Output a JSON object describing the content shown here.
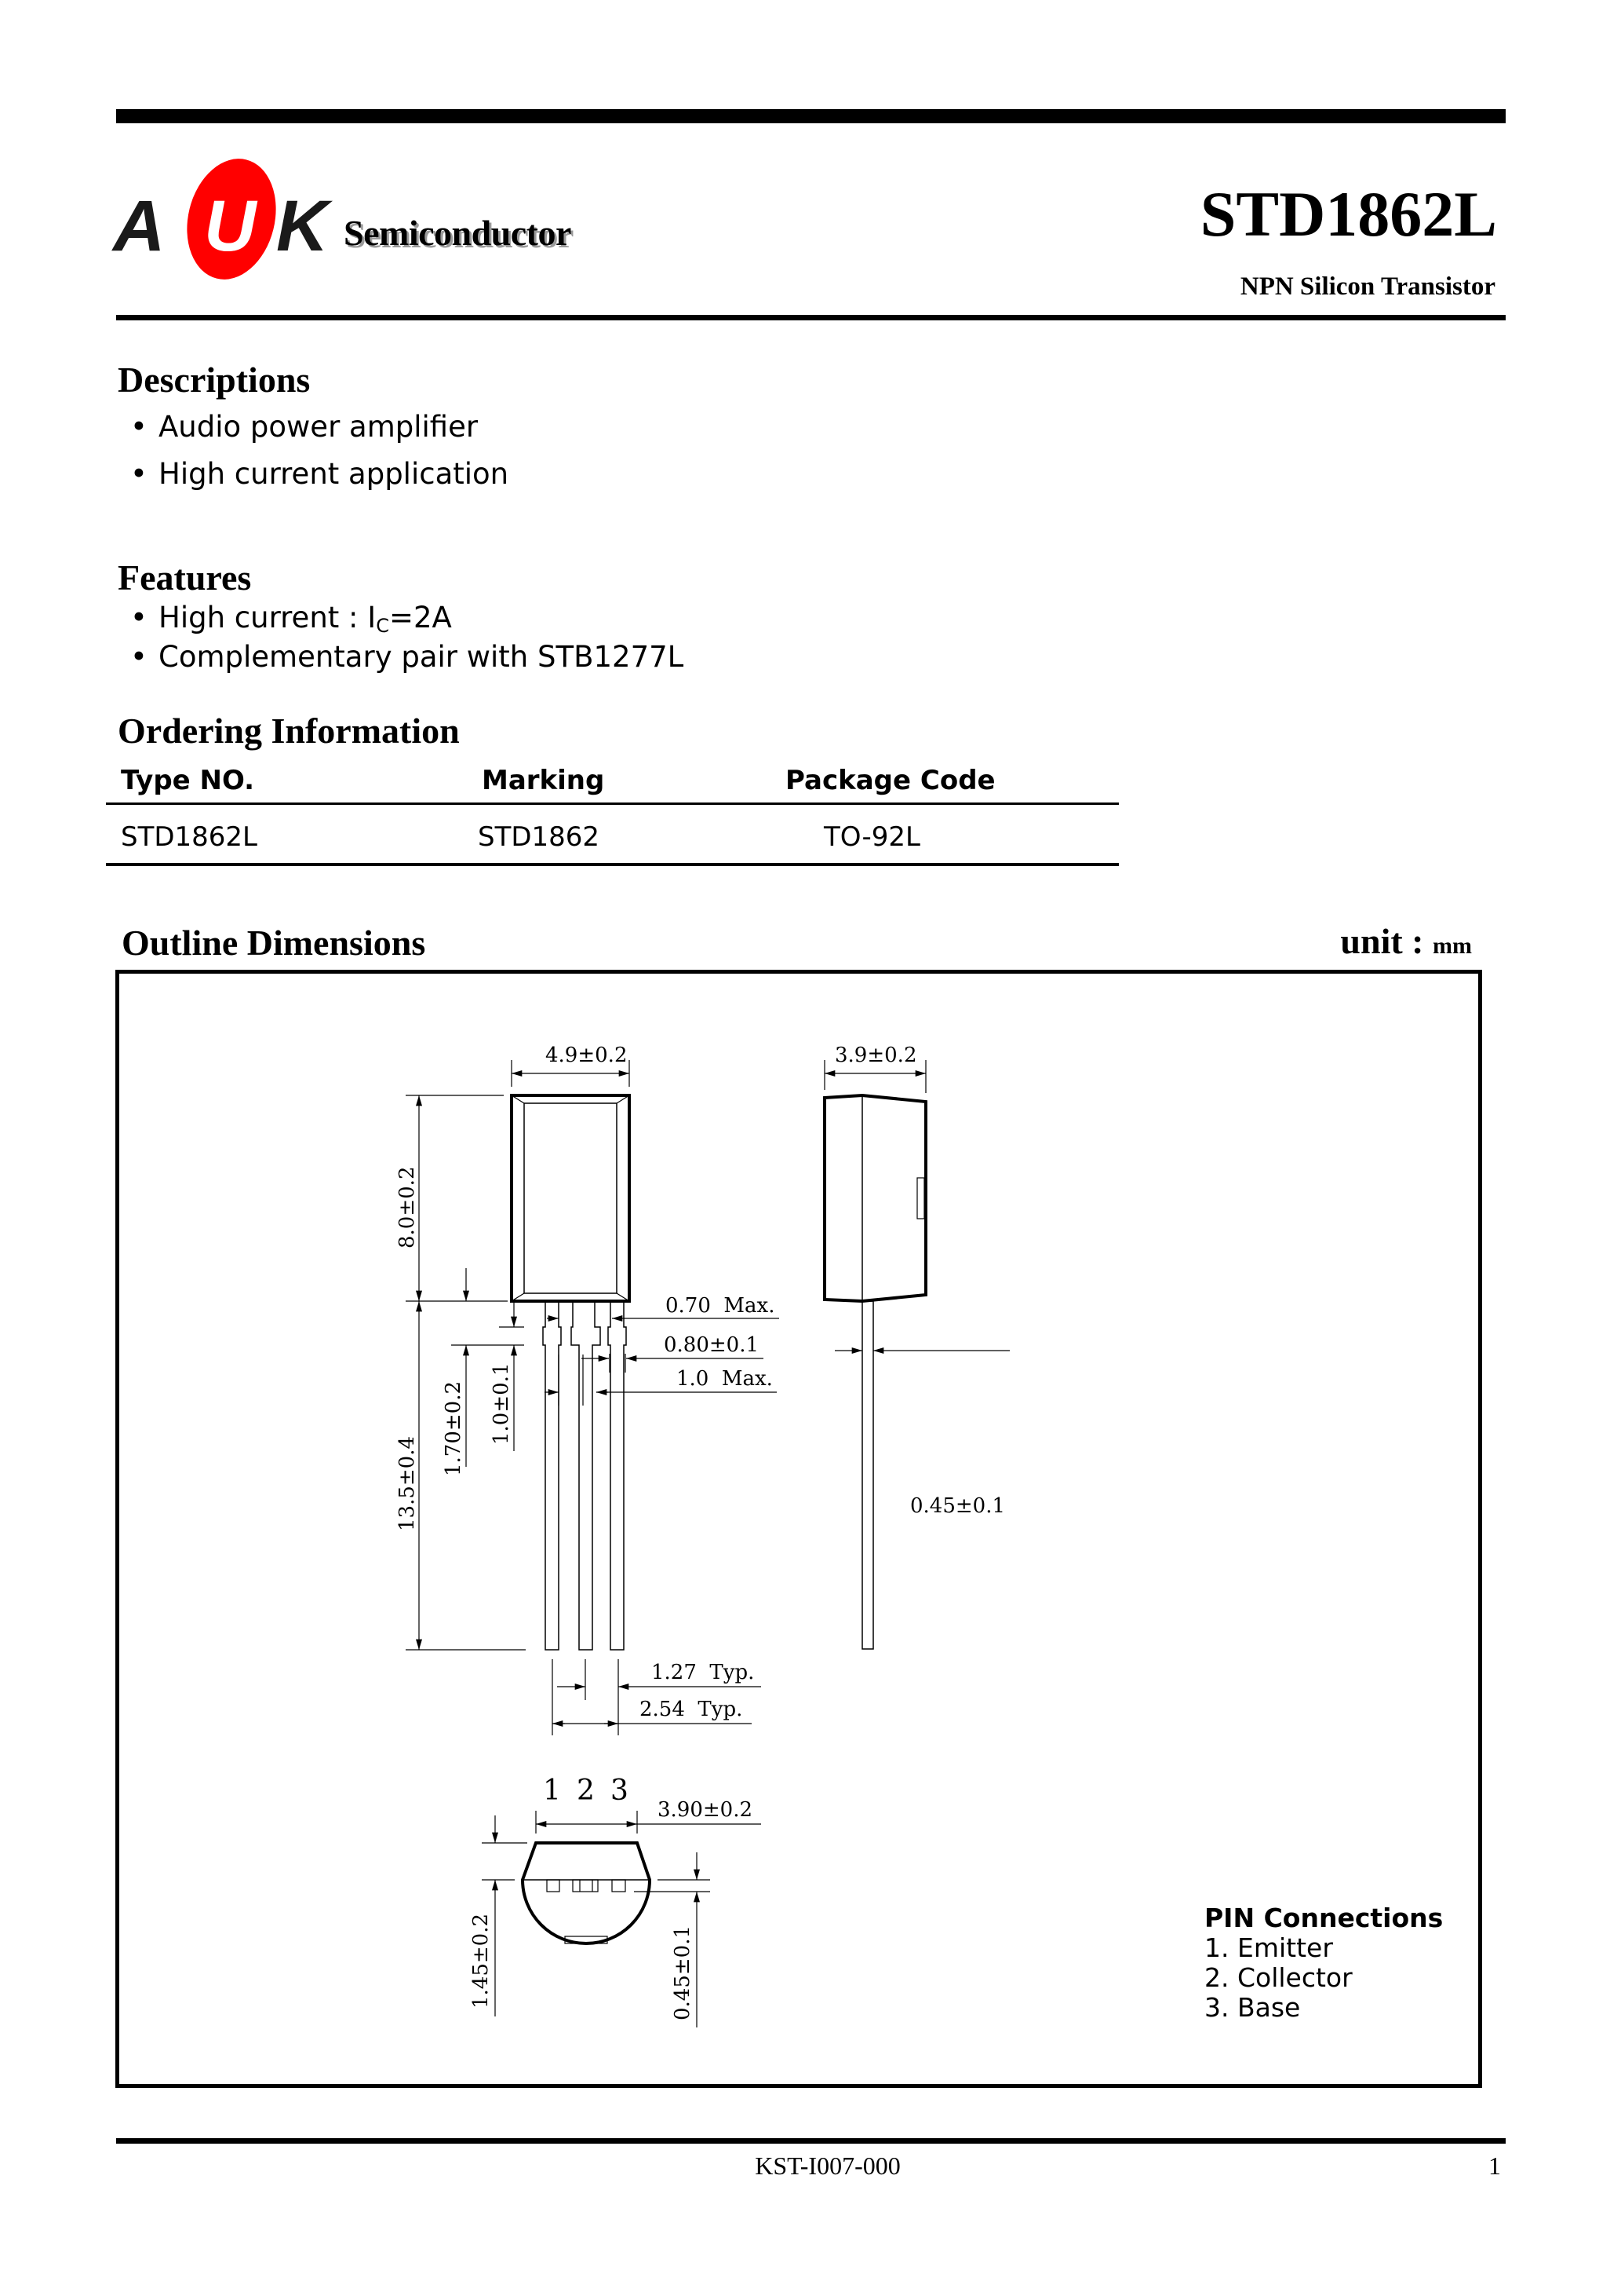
{
  "header": {
    "brand_letters": [
      "A",
      "U",
      "K"
    ],
    "brand_sub": "Semiconductor",
    "part_number": "STD1862L",
    "part_type": "NPN Silicon Transistor",
    "colors": {
      "brand_red": "#ff0000",
      "text": "#000000",
      "shadow": "#9a9a9a"
    }
  },
  "descriptions": {
    "title": "Descriptions",
    "items": [
      "Audio power amplifier",
      "High current application"
    ]
  },
  "features": {
    "title": "Features",
    "items": [
      {
        "text": "High current : I",
        "sub": "C",
        "suffix": "=2A"
      },
      {
        "text": "Complementary pair with STB1277L"
      }
    ]
  },
  "ordering": {
    "title": "Ordering Information",
    "columns": [
      "Type NO.",
      "Marking",
      "Package Code"
    ],
    "rows": [
      [
        "STD1862L",
        "STD1862",
        "TO-92L"
      ]
    ]
  },
  "outline": {
    "title": "Outline Dimensions",
    "unit_label": "unit :",
    "unit_value": "mm",
    "dimensions": {
      "body_width": "4.9±0.2",
      "body_height": "8.0±0.2",
      "side_width": "3.9±0.2",
      "lead_max_070": "0.70  Max.",
      "lead_080": "0.80±0.1",
      "lead_max_10": "1.0  Max.",
      "lead_length": "13.5±0.4",
      "shoulder_170": "1.70±0.2",
      "shoulder_10": "1.0±0.1",
      "lead_thickness": "0.45±0.1",
      "pitch_127": "1.27  Typ.",
      "pitch_254": "2.54  Typ.",
      "bottom_width": "3.90±0.2",
      "bottom_145": "1.45±0.2",
      "bottom_045": "0.45±0.1"
    },
    "pin_numbers": [
      "1",
      "2",
      "3"
    ],
    "pin_connections": {
      "title": "PIN Connections",
      "items": [
        "1. Emitter",
        "2. Collector",
        "3. Base"
      ]
    }
  },
  "footer": {
    "doc_code": "KST-I007-000",
    "page": "1"
  }
}
